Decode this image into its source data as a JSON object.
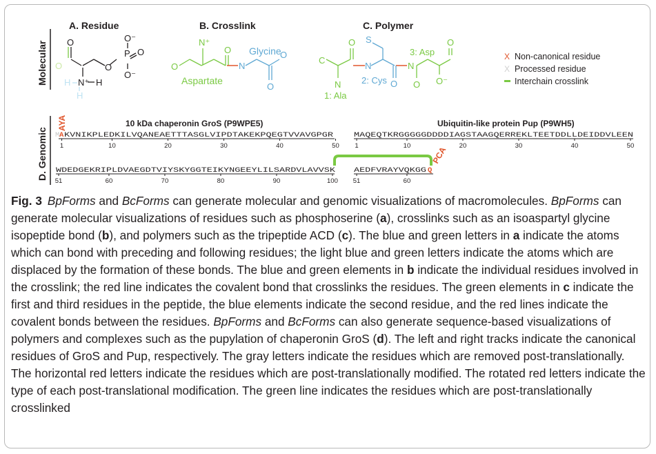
{
  "colors": {
    "green": "#7ac943",
    "blue": "#5fa8d3",
    "light_blue": "#bfe3f3",
    "light_green": "#cde9a8",
    "red": "#e0552b",
    "gray": "#b5b5b5",
    "black": "#231f20"
  },
  "rows": {
    "molecular": "Molecular",
    "genomic": "D. Genomic"
  },
  "panels": {
    "a": {
      "title": "A. Residue",
      "atoms": {
        "o_carbonyl": "O",
        "o_left": "O",
        "o_bridge": "O",
        "p": "P",
        "o_minus": "O⁻",
        "o_right": "O",
        "o_down": "O⁻",
        "n_plus": "N⁺",
        "h_left": "H",
        "h_right": "H",
        "h_down": "H"
      }
    },
    "b": {
      "title": "B. Crosslink",
      "atoms": {
        "n_plus": "N⁺",
        "o_left": "O",
        "o_top": "O",
        "n": "N",
        "o_top2": "O",
        "o_bottom": "O"
      },
      "labels": {
        "aspartate": "Aspartate",
        "glycine": "Glycine"
      }
    },
    "c": {
      "title": "C. Polymer",
      "atoms": {
        "c_left": "C",
        "n_ala": "N",
        "o1": "O",
        "n1": "N",
        "s": "S",
        "o2": "O",
        "n2": "N",
        "o3": "O",
        "o_minus": "O⁻",
        "o4": "O"
      },
      "labels": {
        "ala": "1: Ala",
        "cys": "2: Cys",
        "asp": "3: Asp"
      }
    }
  },
  "legend": [
    {
      "symbol": "X",
      "label": "Non-canonical residue"
    },
    {
      "symbol": "X",
      "label": "Processed residue"
    },
    {
      "symbol": "—",
      "label": "Interchain crosslink"
    }
  ],
  "tracks": {
    "gros": {
      "title": "10 kDa chaperonin GroS (P9WPE5)",
      "mod_rotated": "AYA",
      "processed": "M",
      "modified": "A",
      "line1": "KVNIKPLEDKILVQANEAETTTASGLVIPDTAKEKPQEGTVVAVGPGR",
      "ticks1": [
        "1",
        "10",
        "20",
        "30",
        "40",
        "50"
      ],
      "line2": "WDEDGEKRIPLDVAEGDTVIYSKYGGTEIKYNGEEYLILSARDVLAVVSK",
      "ticks2": [
        "51",
        "60",
        "70",
        "80",
        "90",
        "100"
      ]
    },
    "pup": {
      "title": "Ubiquitin-like protein Pup (P9WH5)",
      "line1": "MAQEQTKRGGGGGDDDDIAGSTAAGQERREKLTEETDDLLDEIDDVLEEN",
      "ticks1": [
        "1",
        "10",
        "20",
        "30",
        "40",
        "50"
      ],
      "line2": "AEDFVRAYVQKGG",
      "modified": "Q",
      "mod_rotated": "PCA",
      "ticks2": [
        "51",
        "60"
      ]
    }
  },
  "caption": {
    "label": "Fig. 3",
    "s1_a": "BpForms",
    "s1_b": " and ",
    "s1_c": "BcForms",
    "s1_d": " can generate molecular and genomic visualizations of macromolecules. ",
    "s2_a": "BpForms",
    "s2_b": " can generate molecular visualizations of residues such as phosphoserine (",
    "s2_c": "a",
    "s2_d": "), crosslinks such as an isoaspartyl glycine isopeptide bond (",
    "s2_e": "b",
    "s2_f": "), and polymers such as the tripeptide ACD (",
    "s2_g": "c",
    "s2_h": "). The blue and green letters in ",
    "s2_i": "a",
    "s2_j": " indicate the atoms which can bond with preceding and following residues; the light blue and green letters indicate the atoms which are displaced by the formation of these bonds. The blue and green elements in ",
    "s2_k": "b",
    "s2_l": " indicate the individual residues involved in the crosslink; the red line indicates the covalent bond that crosslinks the residues. The green elements in ",
    "s2_m": "c",
    "s2_n": " indicate the first and third residues in the peptide, the blue elements indicate the second residue, and the red lines indicate the covalent bonds between the residues. ",
    "s3_a": "BpForms",
    "s3_b": " and ",
    "s3_c": "BcForms",
    "s3_d": " can also generate sequence-based visualizations of polymers and complexes such as the pupylation of chaperonin GroS (",
    "s3_e": "d",
    "s3_f": "). The left and right tracks indicate the canonical residues of GroS and Pup, respectively. The gray letters indicate the residues which are removed post-translationally. The horizontal red letters indicate the residues which are post-translationally modified. The rotated red letters indicate the type of each post-translational modification. The green line indicates the residues which are post-translationally crosslinked"
  }
}
